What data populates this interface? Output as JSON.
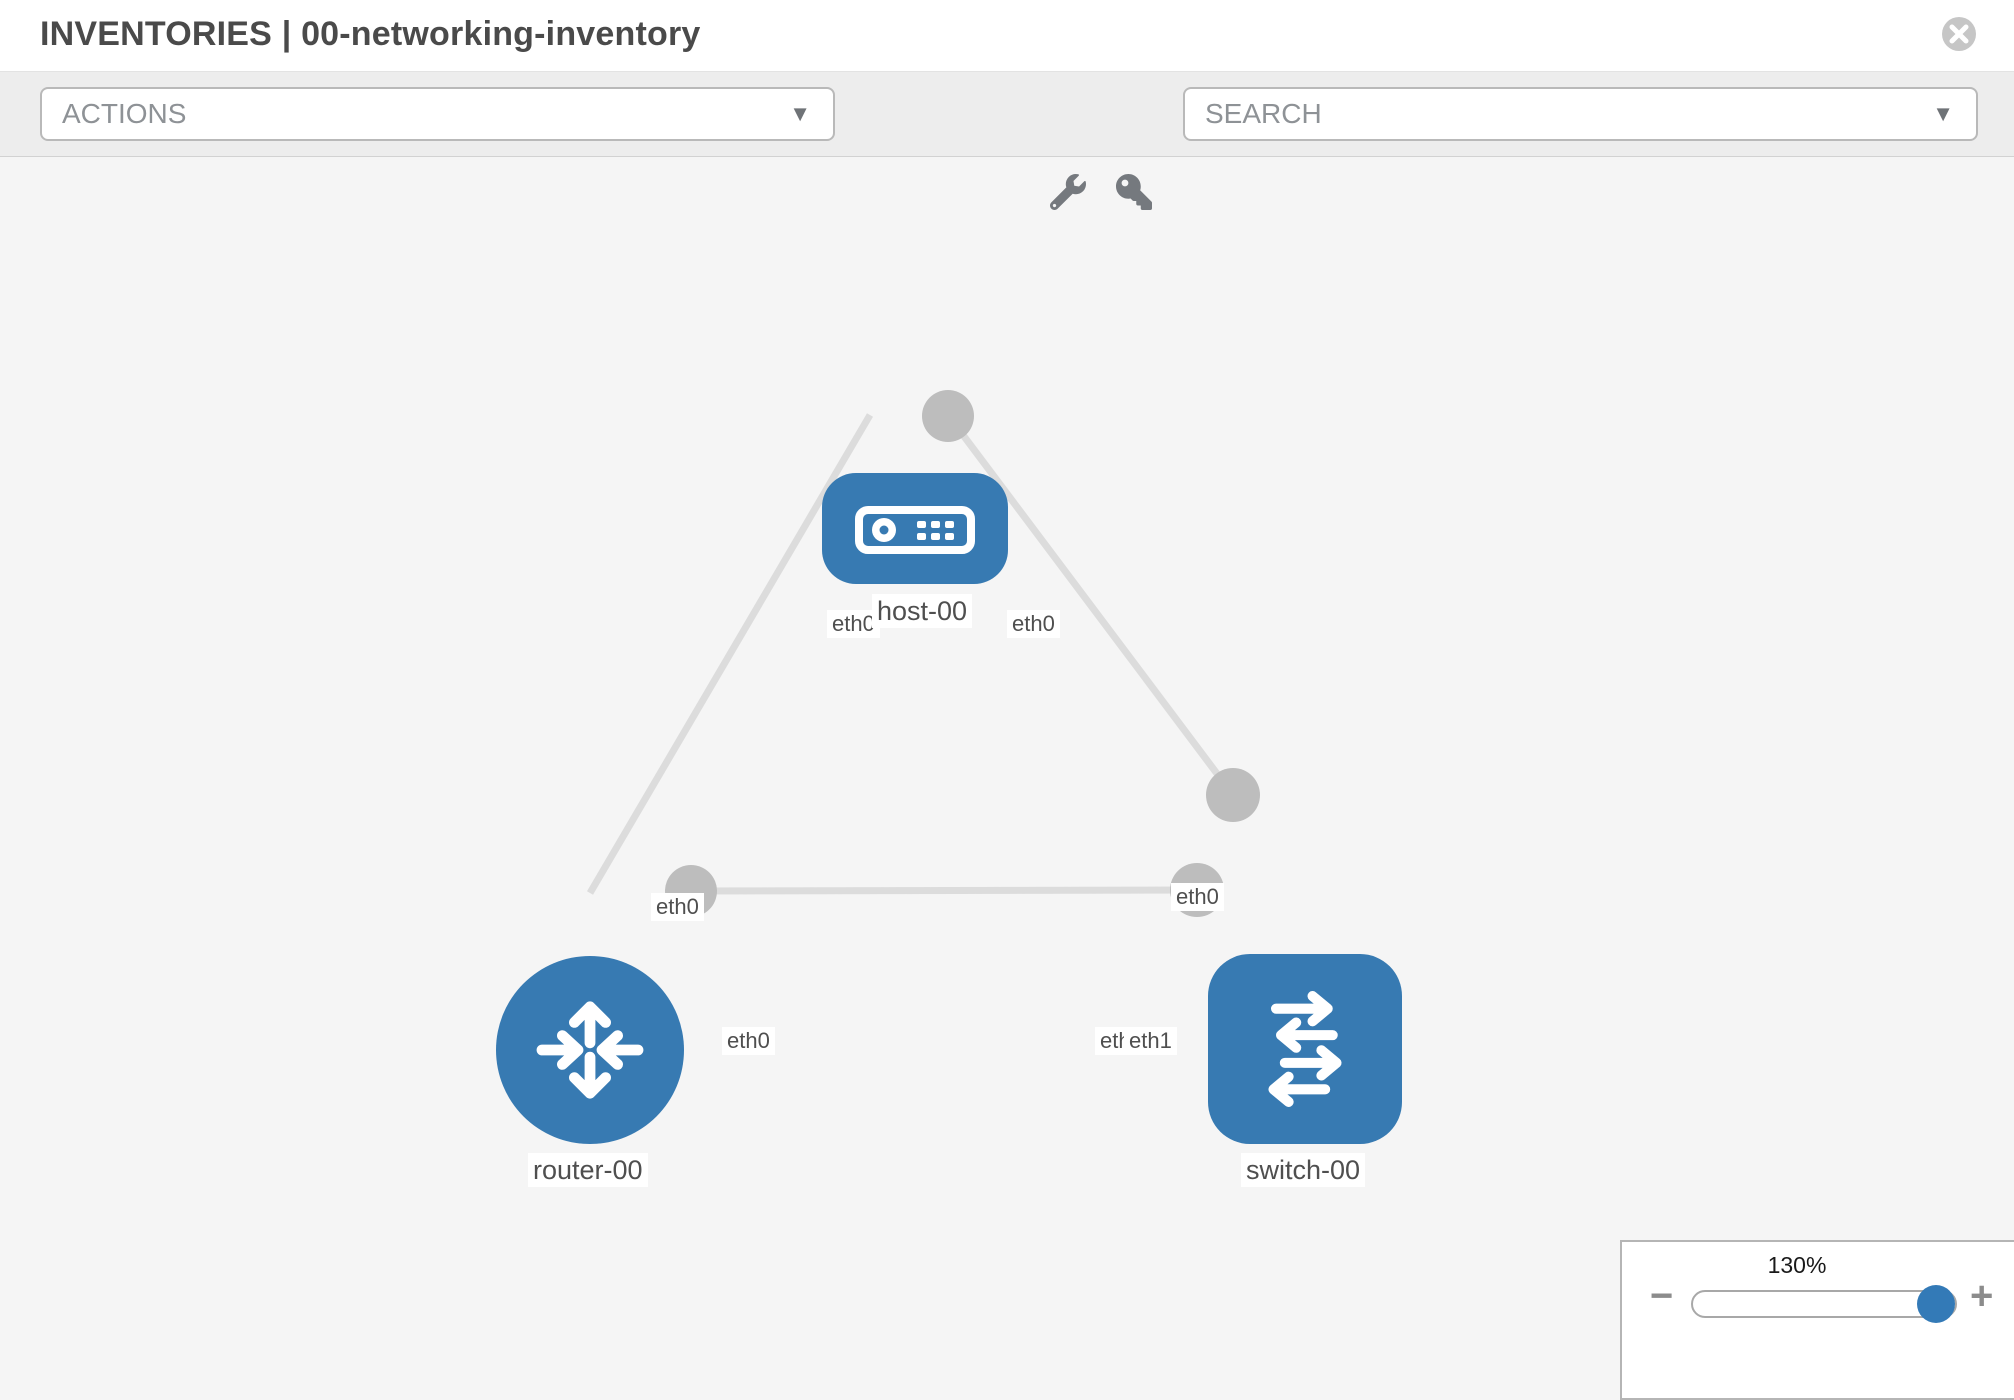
{
  "header": {
    "title": "INVENTORIES | 00-networking-inventory"
  },
  "toolbar": {
    "actions_label": "ACTIONS",
    "search_label": "SEARCH",
    "caret": "▼"
  },
  "topology": {
    "nodes": [
      {
        "id": "host-00",
        "type": "host",
        "label": "host-00"
      },
      {
        "id": "router-00",
        "type": "router",
        "label": "router-00"
      },
      {
        "id": "switch-00",
        "type": "switch",
        "label": "switch-00"
      }
    ],
    "links": [
      {
        "from": "host-00",
        "from_iface": "eth0",
        "to": "router-00",
        "to_iface": "eth0"
      },
      {
        "from": "host-00",
        "from_iface": "eth0",
        "to": "switch-00",
        "to_iface": "eth0"
      },
      {
        "from": "router-00",
        "from_iface": "eth0",
        "to": "switch-00",
        "to_iface": "eth1"
      }
    ],
    "iface_labels": {
      "host_left": "eth0",
      "host_right": "eth0",
      "host_router_mid": "eth0",
      "host_switch_mid": "eth0",
      "router_switch_left": "eth0",
      "router_switch_right_under": "eth0",
      "router_switch_right": "eth1"
    }
  },
  "zoom_control": {
    "level": "130%",
    "minus": "−",
    "plus": "+"
  },
  "colors": {
    "node_blue": "#377ab2",
    "port_gray": "#bdbdbd",
    "link_gray": "#dcdcdc",
    "toolbar_bg": "#ededed",
    "canvas_bg": "#f5f5f5"
  }
}
